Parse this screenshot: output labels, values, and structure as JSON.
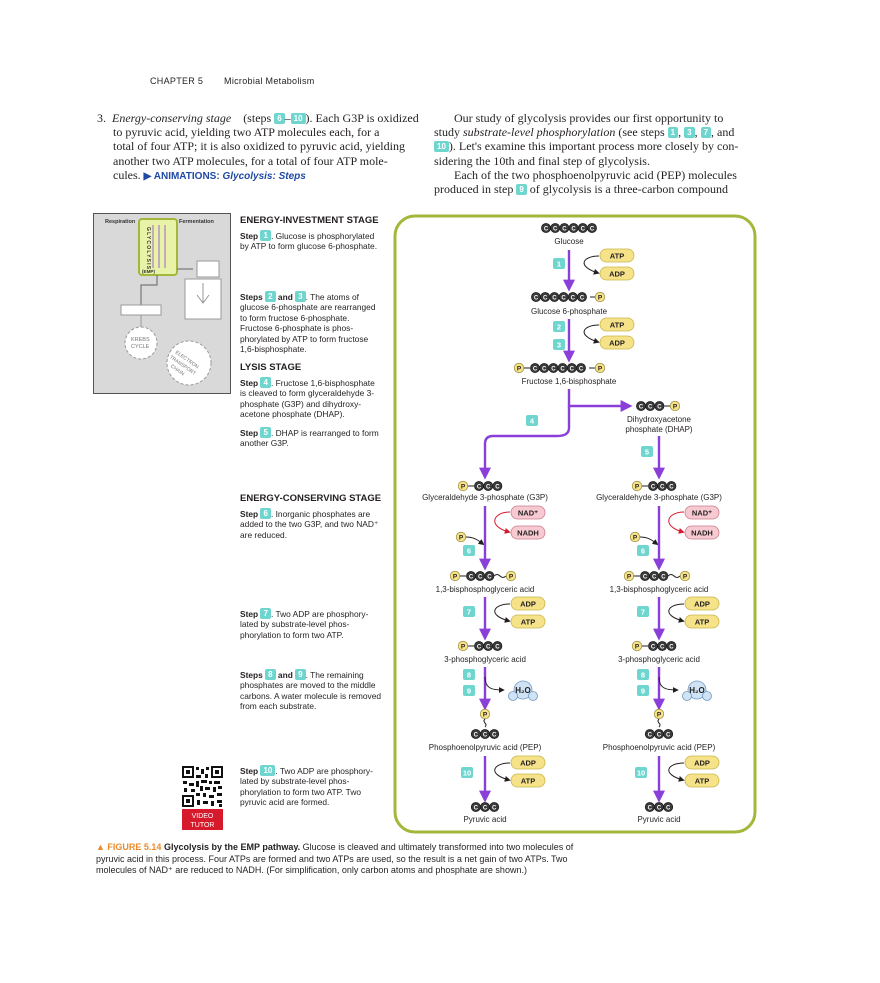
{
  "header": {
    "chapter": "CHAPTER 5",
    "title": "Microbial Metabolism"
  },
  "col_left": {
    "num": "3.",
    "stage": "Energy-conserving stage",
    "pre": "(steps ",
    "b1": "6",
    "dash": "–",
    "b2": "10",
    "text1": "). Each G3P is oxidized",
    "text2": "to pyruvic acid, yielding two ATP molecules each, for a",
    "text3": "total of four ATP; it is also oxidized to pyruvic acid, yielding",
    "text4": "another two ATP molecules, for a total of four ATP mole-",
    "text5": "cules.",
    "anim_label": "▶ ANIMATIONS:",
    "anim_title": "Glycolysis: Steps"
  },
  "col_right": {
    "p1a": "Our study of glycolysis provides our first opportunity to",
    "p1b_pre": "study ",
    "p1b_em": "substrate-level phosphorylation",
    "p1b_post": " (see steps ",
    "b1": "1",
    "b3": "3",
    "b7": "7",
    "and": ", and",
    "b10": "10",
    "p1c": "). Let's examine this important process more closely by con-",
    "p1d": "sidering the 10th and final step of glycolysis.",
    "p2a": "Each of the two phosphoenolpyruvic acid (PEP) molecules",
    "p2b_pre": "produced in step ",
    "b9": "9",
    "p2b_post": " of glycolysis is a three-carbon compound"
  },
  "thumb": {
    "respiration": "Respiration",
    "fermentation": "Fermentation",
    "glycolysis": "GLYCOLYSIS",
    "emp": "(EMP)",
    "krebs1": "KREBS",
    "krebs2": "CYCLE",
    "etc1": "ELECTRON",
    "etc2": "TRANSPORT",
    "etc3": "CHAIN"
  },
  "side": {
    "invest_title": "ENERGY-INVESTMENT STAGE",
    "s1_step": "Step ",
    "s1_b": "1",
    "s1_text": ". Glucose is phosphorylated by ATP to form glucose 6-phosphate.",
    "s23_step": "Steps ",
    "s23_b2": "2",
    "s23_and": " and ",
    "s23_b3": "3",
    "s23_text": ". The atoms of glucose 6-phosphate are rearranged to form fructose 6-phosphate. Fructose 6-phosphate is phos­phorylated by ATP to form fructose 1,6-bisphosphate.",
    "lysis_title": "LYSIS STAGE",
    "s4_step": "Step ",
    "s4_b": "4",
    "s4_text": ". Fructose 1,6-bisphosphate is cleaved to form glyceraldehyde 3-phosphate (G3P) and dihydroxy­acetone phosphate (DHAP).",
    "s5_step": "Step ",
    "s5_b": "5",
    "s5_text": ". DHAP is rearranged to form another G3P.",
    "conserve_title": "ENERGY-CONSERVING STAGE",
    "s6_step": "Step ",
    "s6_b": "6",
    "s6_text": ". Inorganic phosphates are added to the two G3P, and two NAD⁺ are reduced.",
    "s7_step": "Step ",
    "s7_b": "7",
    "s7_text": ". Two ADP are phosphory­lated by substrate-level phos­phorylation to form two ATP.",
    "s89_step": "Steps ",
    "s89_b8": "8",
    "s89_and": " and ",
    "s89_b9": "9",
    "s89_text": ". The remaining phosphates are moved to the middle carbons. A water molecule is removed from each substrate.",
    "s10_step": "Step ",
    "s10_b": "10",
    "s10_text": ". Two ADP are phosphory­lated by substrate-level phos­phorylation to form two ATP. Two pyruvic acid are formed."
  },
  "video": {
    "line1": "VIDEO",
    "line2": "TUTOR"
  },
  "diagram": {
    "glucose": "Glucose",
    "g6p": "Glucose 6-phosphate",
    "f16bp": "Fructose 1,6-bisphosphate",
    "dhap1": "Dihydroxyacetone",
    "dhap2": "phosphate (DHAP)",
    "g3p": "Glyceraldehyde 3-phosphate (G3P)",
    "bpg": "1,3-bisphosphoglyceric acid",
    "pg3": "3-phosphoglyceric acid",
    "pep": "Phosphoenolpyruvic acid (PEP)",
    "pyr": "Pyruvic acid",
    "atp": "ATP",
    "adp": "ADP",
    "nad": "NAD⁺",
    "nadh": "NADH",
    "h2o": "H₂O",
    "p": "P",
    "c": "C",
    "steps": [
      "1",
      "2",
      "3",
      "4",
      "5",
      "6",
      "7",
      "8",
      "9",
      "10"
    ]
  },
  "caption": {
    "fig": "▲ FIGURE 5.14",
    "title": "Glycolysis by the EMP pathway.",
    "text": " Glucose is cleaved and ultimately transformed into two molecules of pyruvic acid in this process. Four ATPs are formed and two ATPs are used, so the result is a net gain of two ATPs. Two molecules of NAD⁺ are reduced to NADH. (For simplification, only carbon atoms and phosphate are shown.)"
  },
  "colors": {
    "purple": "#8b3fd9",
    "lime": "#a3b83a",
    "teal": "#6fd6cf",
    "yellow": "#f6e289",
    "pink": "#f7c9d1",
    "red": "#d7192c",
    "blue": "#1f4aa3",
    "orange": "#e98a2d"
  }
}
